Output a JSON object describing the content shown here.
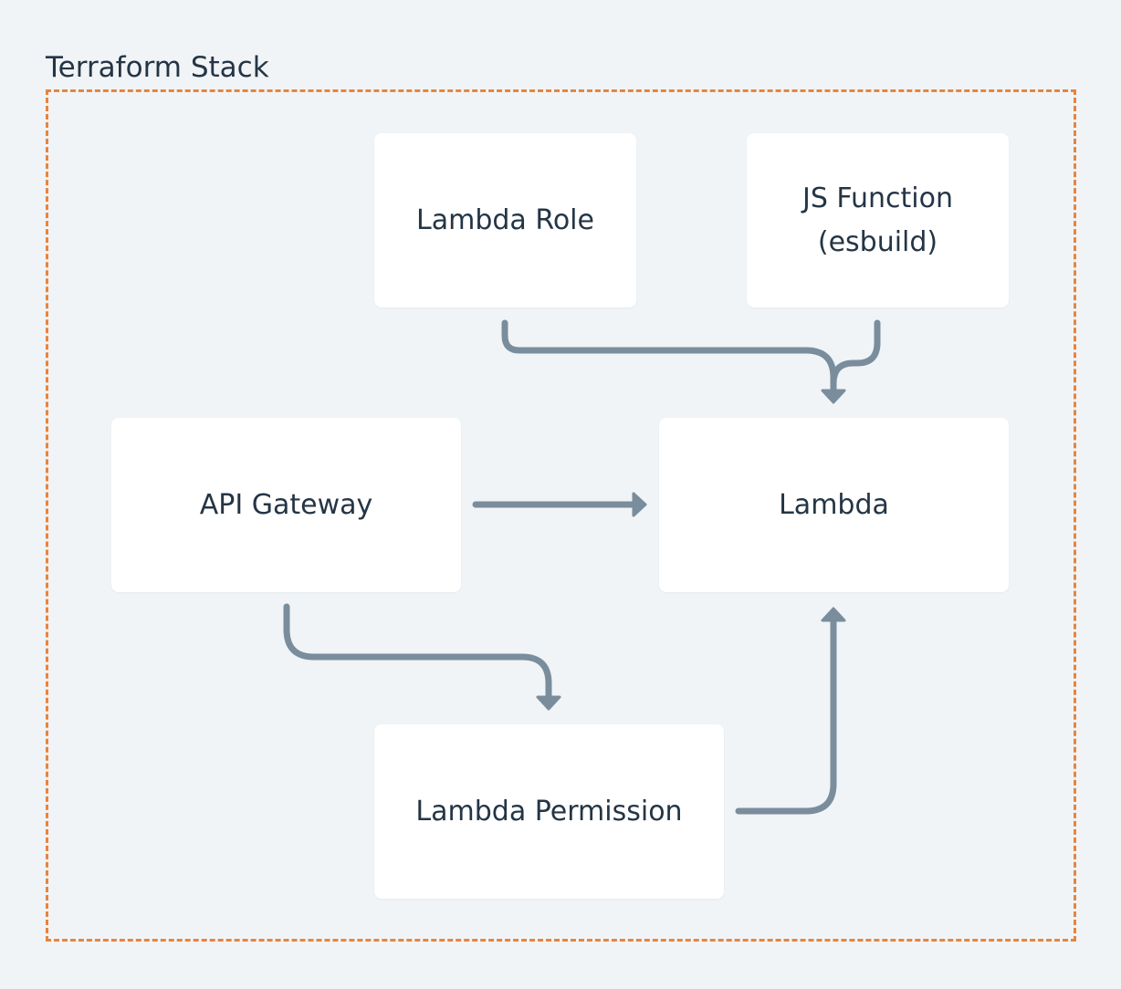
{
  "group": {
    "label": "Terraform Stack",
    "border_color": "#e8843c"
  },
  "nodes": {
    "lambda_role": "Lambda Role",
    "js_function": "JS Function\n(esbuild)",
    "api_gateway": "API Gateway",
    "lambda": "Lambda",
    "lambda_permission": "Lambda Permission"
  },
  "edges": [
    {
      "from": "lambda_role",
      "to": "lambda"
    },
    {
      "from": "js_function",
      "to": "lambda"
    },
    {
      "from": "api_gateway",
      "to": "lambda"
    },
    {
      "from": "api_gateway",
      "to": "lambda_permission"
    },
    {
      "from": "lambda_permission",
      "to": "lambda"
    }
  ],
  "colors": {
    "background": "#f0f4f7",
    "node_fill": "#ffffff",
    "edge": "#7a8d9c",
    "text": "#243545"
  }
}
